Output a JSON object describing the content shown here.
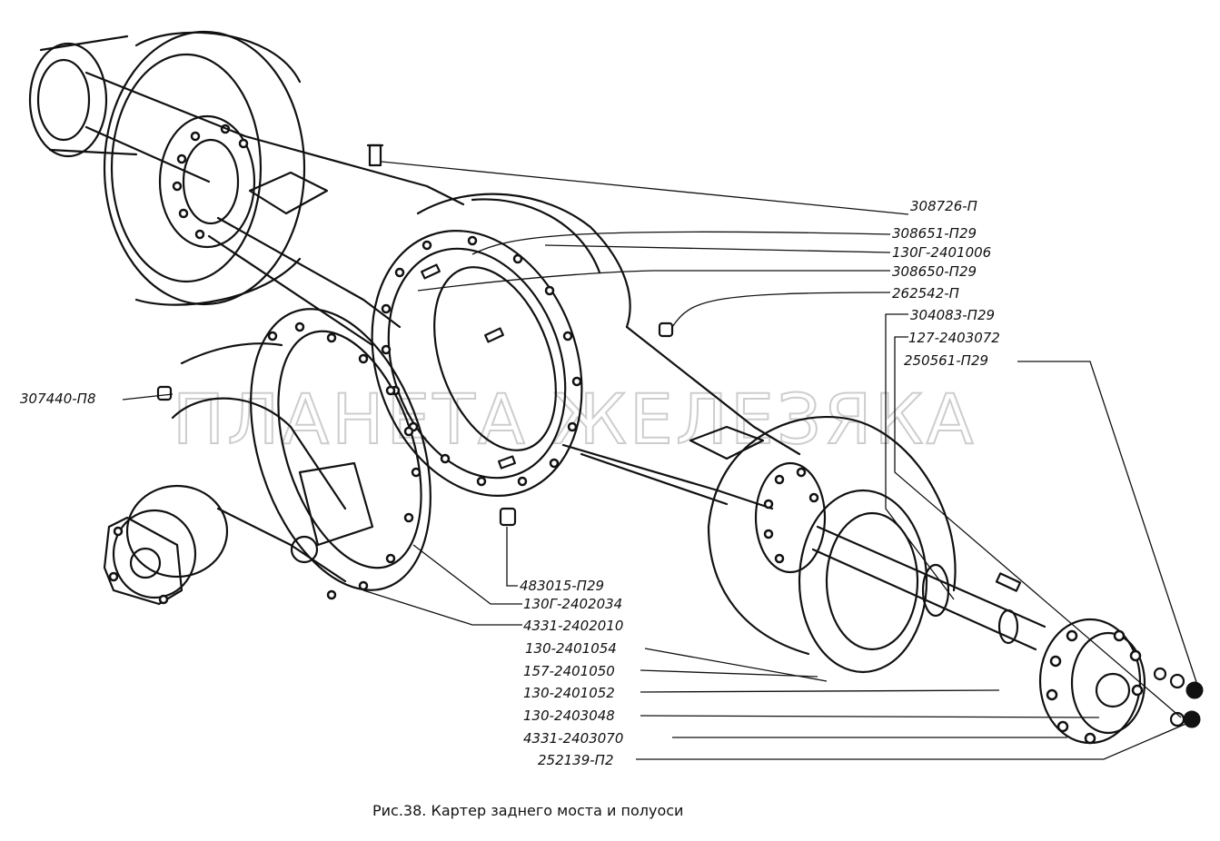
{
  "caption": "Рис.38. Картер заднего моста и полуоси",
  "watermark": "ПЛАНЕТА ЖЕЛЕЗЯКА",
  "labels_right": [
    "308726-П",
    "308651-П29",
    "130Г-2401006",
    "308650-П29",
    "262542-П",
    "304083-П29",
    "127-2403072",
    "250561-П29"
  ],
  "label_left": "307440-П8",
  "labels_bottom": [
    "483015-П29",
    "130Г-2402034",
    "4331-2402010",
    "130-2401054",
    "157-2401050",
    "130-2401052",
    "130-2403048",
    "4331-2403070",
    "252139-П2"
  ]
}
